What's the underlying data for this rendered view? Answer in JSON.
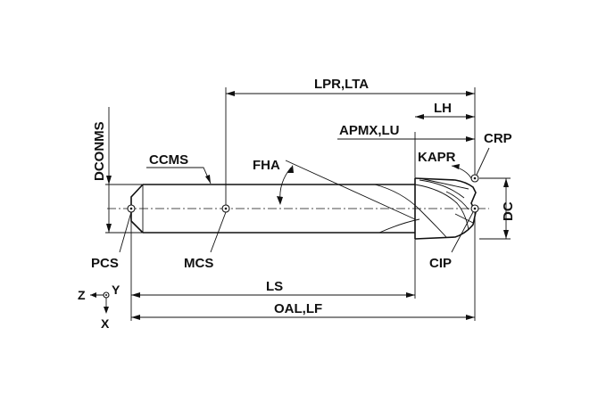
{
  "labels": {
    "lpr_lta": "LPR,LTA",
    "lh": "LH",
    "apmx_lu": "APMX,LU",
    "crp": "CRP",
    "dconms": "DCONMS",
    "ccms": "CCMS",
    "fha": "FHA",
    "kapr": "KAPR",
    "dc": "DC",
    "pcs": "PCS",
    "mcs": "MCS",
    "cip": "CIP",
    "ls": "LS",
    "oal_lf": "OAL,LF",
    "axis_z": "Z",
    "axis_y": "Y",
    "axis_x": "X"
  },
  "colors": {
    "line": "#111111",
    "background": "#ffffff"
  }
}
